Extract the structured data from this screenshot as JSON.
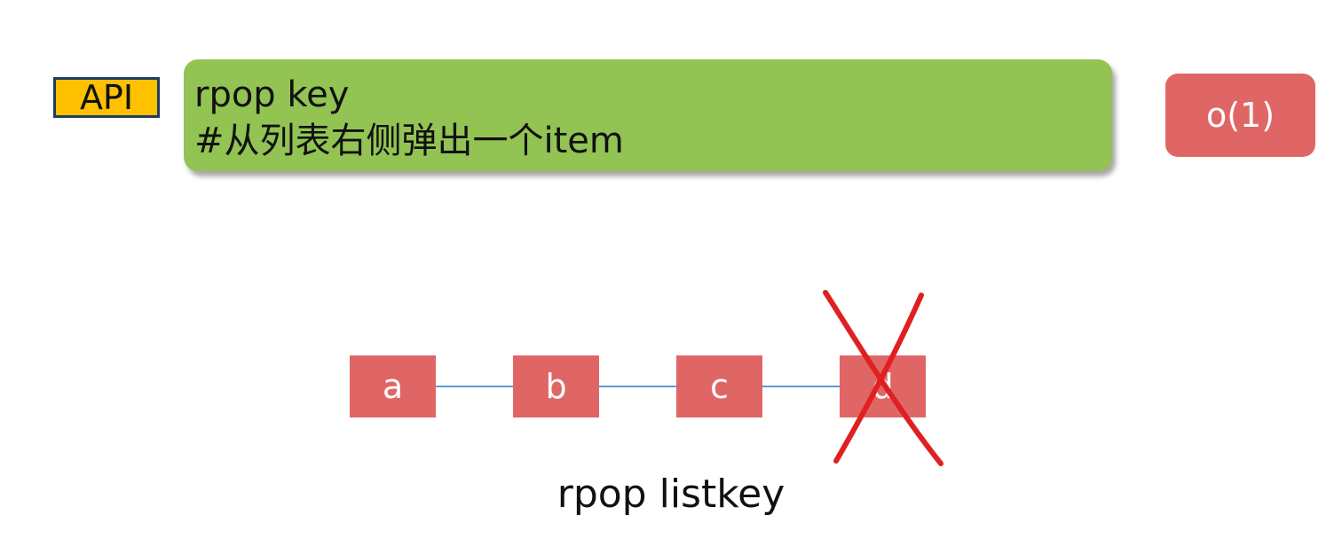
{
  "api_label": "API",
  "command": {
    "line1": "rpop key",
    "line2": "#从列表右侧弹出一个item"
  },
  "complexity": "o(1)",
  "list_nodes": [
    "a",
    "b",
    "c",
    "d"
  ],
  "removed_node": "d",
  "caption": "rpop listkey",
  "colors": {
    "api_bg": "#ffc000",
    "command_bg": "#92c353",
    "node_bg": "#e06666",
    "link": "#5b9bd5",
    "cross": "#e02020"
  }
}
